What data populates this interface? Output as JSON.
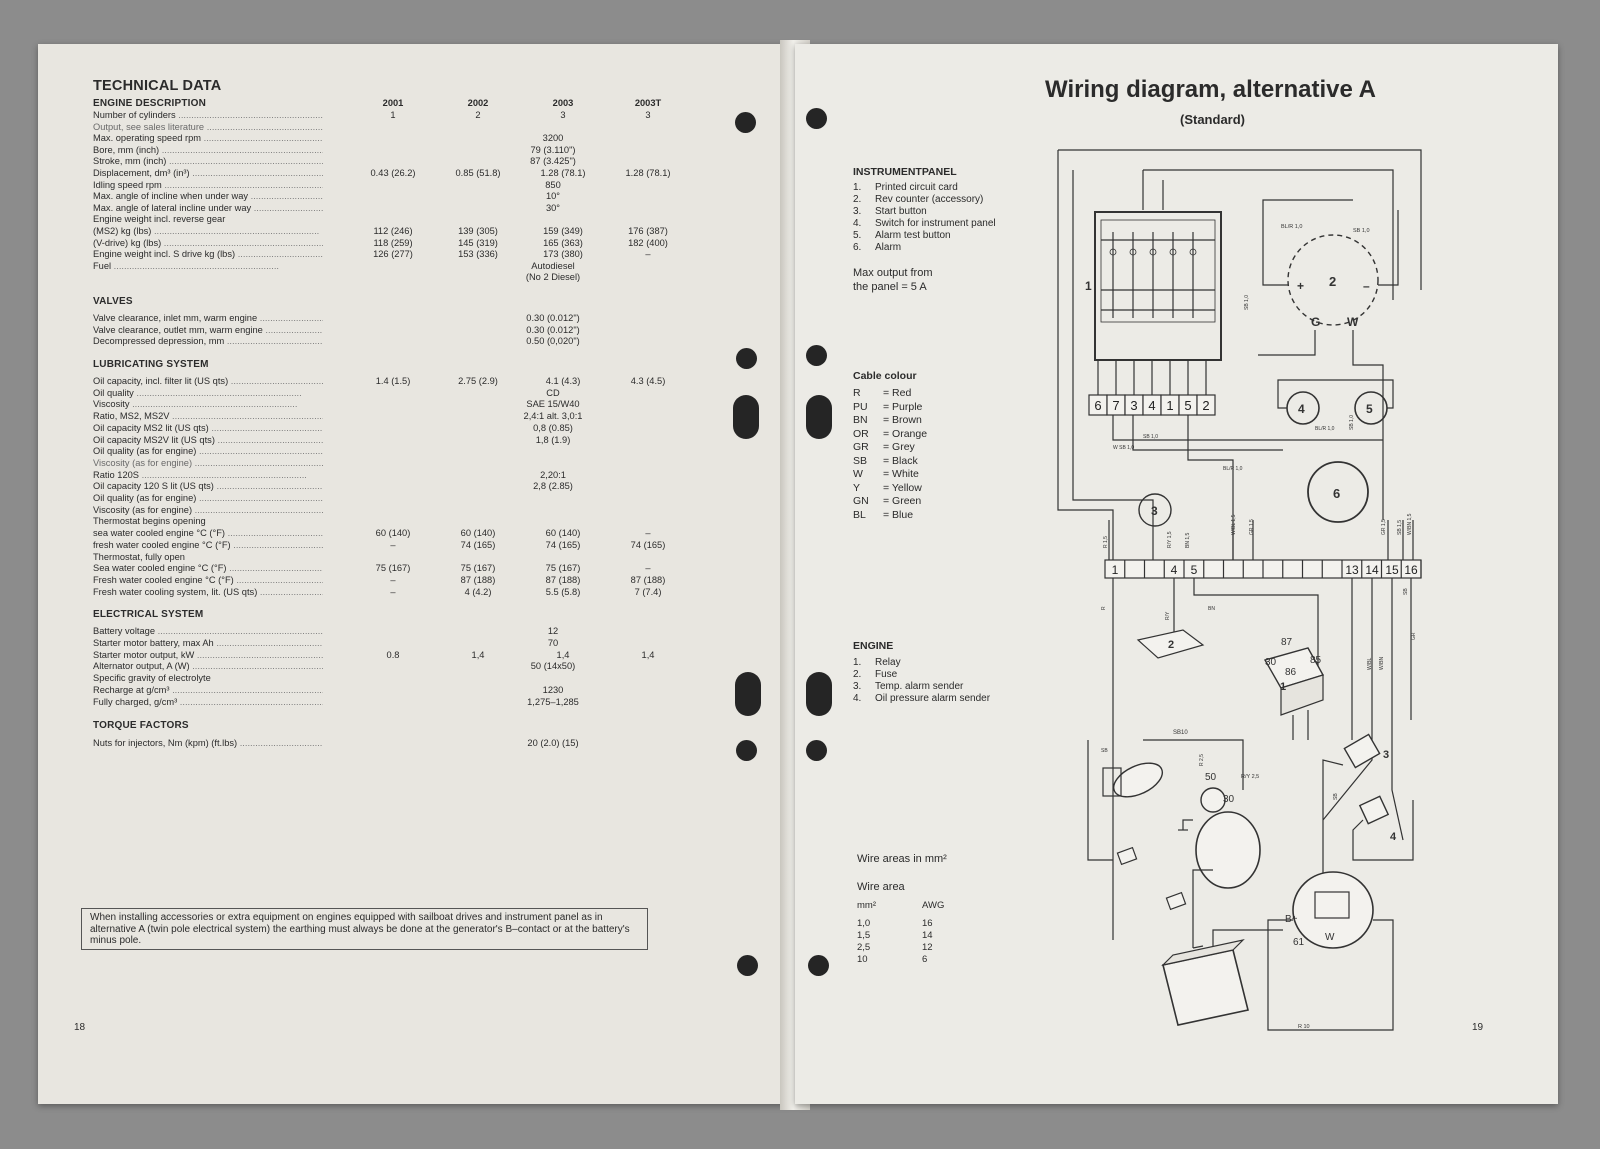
{
  "left": {
    "title": "TECHNICAL DATA",
    "engine": {
      "heading": "ENGINE DESCRIPTION",
      "models": [
        "2001",
        "2002",
        "2003",
        "2003T"
      ],
      "rows": [
        {
          "label": "Number of cylinders",
          "v": [
            "1",
            "2",
            "3",
            "3"
          ]
        },
        {
          "label": "Output, see sales literature",
          "dim": true
        },
        {
          "label": "Max. operating speed rpm",
          "mid": "3200"
        },
        {
          "label": "Bore, mm (inch)",
          "mid": "79 (3.110\")"
        },
        {
          "label": "Stroke, mm (inch)",
          "mid": "87 (3.425\")"
        },
        {
          "label": "Displacement, dm³ (in³)",
          "v": [
            "0.43 (26.2)",
            "0.85 (51.8)",
            "1.28 (78.1)",
            "1.28 (78.1)"
          ]
        },
        {
          "label": "Idling speed rpm",
          "mid": "850"
        },
        {
          "label": "Max. angle of incline when under way",
          "mid": "10°"
        },
        {
          "label": "Max. angle of lateral incline under way",
          "mid": "30°"
        },
        {
          "label": "Engine weight incl. reverse gear",
          "nodots": true
        },
        {
          "label": "   (MS2) kg (lbs)",
          "v": [
            "112 (246)",
            "139 (305)",
            "159 (349)",
            "176 (387)"
          ]
        },
        {
          "label": "   (V-drive) kg (lbs)",
          "v": [
            "118 (259)",
            "145 (319)",
            "165 (363)",
            "182 (400)"
          ]
        },
        {
          "label": "Engine weight incl. S drive kg (lbs)",
          "v": [
            "126 (277)",
            "153 (336)",
            "173 (380)",
            "–"
          ]
        },
        {
          "label": "Fuel",
          "mid": "Autodiesel"
        },
        {
          "label": "",
          "mid": "(No 2 Diesel)",
          "nodots": true
        }
      ]
    },
    "valves": {
      "heading": "VALVES",
      "rows": [
        {
          "label": "Valve clearance, inlet mm, warm engine",
          "mid": "0.30 (0.012\")"
        },
        {
          "label": "Valve clearance, outlet mm, warm engine",
          "mid": "0.30 (0.012\")"
        },
        {
          "label": "Decompressed depression, mm",
          "mid": "0.50 (0,020\")"
        }
      ]
    },
    "lubricating": {
      "heading": "LUBRICATING SYSTEM",
      "rows": [
        {
          "label": "Oil capacity, incl. filter lit (US qts)",
          "v": [
            "1.4 (1.5)",
            "2.75 (2.9)",
            "4.1 (4.3)",
            "4.3 (4.5)"
          ]
        },
        {
          "label": "Oil quality",
          "mid": "CD"
        },
        {
          "label": "Viscosity",
          "mid": "SAE 15/W40"
        },
        {
          "label": "Ratio, MS2, MS2V",
          "mid": "2,4:1 alt. 3,0:1"
        },
        {
          "label": "Oil capacity MS2 lit (US qts)",
          "mid": "0,8 (0.85)"
        },
        {
          "label": "Oil capacity MS2V lit (US qts)",
          "mid": "1,8 (1.9)"
        },
        {
          "label": "Oil quality (as for engine)"
        },
        {
          "label": "Viscosity (as for engine)",
          "dim": true
        },
        {
          "label": "Ratio 120S",
          "mid": "2,20:1"
        },
        {
          "label": "Oil capacity 120 S lit (US qts)",
          "mid": "2,8 (2.85)"
        },
        {
          "label": "Oil quality (as for engine)"
        },
        {
          "label": "Viscosity (as for engine)"
        },
        {
          "label": "Thermostat begins opening",
          "nodots": true
        },
        {
          "label": "  sea water cooled engine °C (°F)",
          "v": [
            "60 (140)",
            "60 (140)",
            "60 (140)",
            "–"
          ]
        },
        {
          "label": "  fresh water cooled engine °C (°F)",
          "v": [
            "–",
            "74 (165)",
            "74 (165)",
            "74 (165)"
          ]
        },
        {
          "label": "Thermostat, fully open",
          "nodots": true
        },
        {
          "label": "  Sea water cooled engine °C (°F)",
          "v": [
            "75 (167)",
            "75 (167)",
            "75 (167)",
            "–"
          ]
        },
        {
          "label": "  Fresh water cooled engine °C (°F)",
          "v": [
            "–",
            "87 (188)",
            "87 (188)",
            "87 (188)"
          ]
        },
        {
          "label": "Fresh water cooling system, lit. (US qts)",
          "v": [
            "–",
            "4 (4.2)",
            "5.5 (5.8)",
            "7 (7.4)"
          ]
        }
      ]
    },
    "electrical": {
      "heading": "ELECTRICAL SYSTEM",
      "rows": [
        {
          "label": "Battery voltage",
          "mid": "12"
        },
        {
          "label": "Starter motor battery, max Ah",
          "mid": "70"
        },
        {
          "label": "Starter motor output, kW",
          "v": [
            "0.8",
            "1,4",
            "1,4",
            "1,4"
          ]
        },
        {
          "label": "Alternator output, A (W)",
          "mid": "50 (14x50)"
        },
        {
          "label": "Specific gravity of electrolyte",
          "nodots": true
        },
        {
          "label": "  Recharge at g/cm³",
          "mid": "1230"
        },
        {
          "label": "  Fully charged, g/cm³",
          "mid": "1,275–1,285"
        }
      ]
    },
    "torque": {
      "heading": "TORQUE FACTORS",
      "rows": [
        {
          "label": "Nuts for injectors, Nm (kpm) (ft.lbs)",
          "mid": "20 (2.0) (15)"
        }
      ]
    },
    "note": "When installing accessories or extra equipment on engines equipped with sailboat drives and instrument panel as in alternative A (twin pole electrical system) the earthing must always be done at the generator's B–contact or at the battery's minus pole.",
    "page_number": "18"
  },
  "right": {
    "title": "Wiring diagram, alternative A",
    "subtitle": "(Standard)",
    "instrument_panel": {
      "heading": "INSTRUMENTPANEL",
      "items": [
        {
          "n": "1.",
          "text": "Printed circuit card"
        },
        {
          "n": "2.",
          "text": "Rev counter (accessory)"
        },
        {
          "n": "3.",
          "text": "Start button"
        },
        {
          "n": "4.",
          "text": "Switch for instrument panel"
        },
        {
          "n": "5.",
          "text": "Alarm test button"
        },
        {
          "n": "6.",
          "text": "Alarm"
        }
      ],
      "max_output_1": "Max output from",
      "max_output_2": "the panel = 5 A"
    },
    "cable_colour": {
      "heading": "Cable colour",
      "items": [
        {
          "code": "R",
          "name": "= Red"
        },
        {
          "code": "PU",
          "name": "= Purple"
        },
        {
          "code": "BN",
          "name": "= Brown"
        },
        {
          "code": "OR",
          "name": "= Orange"
        },
        {
          "code": "GR",
          "name": "= Grey"
        },
        {
          "code": "SB",
          "name": "= Black"
        },
        {
          "code": "W",
          "name": "= White"
        },
        {
          "code": "Y",
          "name": "= Yellow"
        },
        {
          "code": "GN",
          "name": "= Green"
        },
        {
          "code": "BL",
          "name": "= Blue"
        }
      ]
    },
    "engine": {
      "heading": "ENGINE",
      "items": [
        {
          "n": "1.",
          "text": "Relay"
        },
        {
          "n": "2.",
          "text": "Fuse"
        },
        {
          "n": "3.",
          "text": "Temp. alarm sender"
        },
        {
          "n": "4.",
          "text": "Oil pressure alarm sender"
        }
      ]
    },
    "wire_areas": {
      "heading": "Wire areas in mm²",
      "sub": "Wire area",
      "col1": "mm²",
      "col2": "AWG",
      "rows": [
        {
          "mm": "1,0",
          "awg": "16"
        },
        {
          "mm": "1,5",
          "awg": "14"
        },
        {
          "mm": "2,5",
          "awg": "12"
        },
        {
          "mm": "10",
          "awg": "6"
        }
      ]
    },
    "diagram": {
      "terminals_top": [
        "6",
        "7",
        "3",
        "4",
        "1",
        "5",
        "2"
      ],
      "terminals_bottom": [
        "1",
        "4",
        "5",
        "13",
        "14",
        "15",
        "16"
      ],
      "labels": {
        "panel": "1",
        "rev": "2",
        "start": "3",
        "switch": "4",
        "alarm_test": "5",
        "alarm": "6",
        "plus": "+",
        "minus": "–",
        "g": "G",
        "w": "W",
        "fuse": "2",
        "relay": "1",
        "temp": "3",
        "oil": "4",
        "r87": "87",
        "r30": "30",
        "r85": "85",
        "r86": "86",
        "s50": "50",
        "s30": "30",
        "b_plus": "B+",
        "b_61": "61",
        "b_w": "W",
        "blr": "BL/R 1,0",
        "sb10a": "SB 1,0",
        "sb10b": "SB 1,0",
        "sb10c": "SB 1,0",
        "sb10d": "SB 1,0",
        "wsb": "W SB 1,0",
        "blr2": "BL/R 1,0",
        "blr3": "BL/R 1,0",
        "wbl": "W/BL 1,5",
        "gr15": "GR 1,5",
        "gr15b": "GR 1,5",
        "sb15": "SB 1,5",
        "wbn": "W/BN 1,5",
        "r15": "R 1,5",
        "ry": "R/Y 1,5",
        "bn": "BN 1,5",
        "R": "R",
        "RY": "R/Y",
        "BN": "BN",
        "SB": "SB",
        "WBL": "W/BL",
        "WBN": "W/BN",
        "GR": "GR",
        "sb10": "SB10",
        "sbmotor": "SB",
        "r25": "R 2,5",
        "ry25": "R/Y 2,5",
        "r10": "R 10",
        "sbw": "SB"
      }
    },
    "page_number": "19"
  }
}
